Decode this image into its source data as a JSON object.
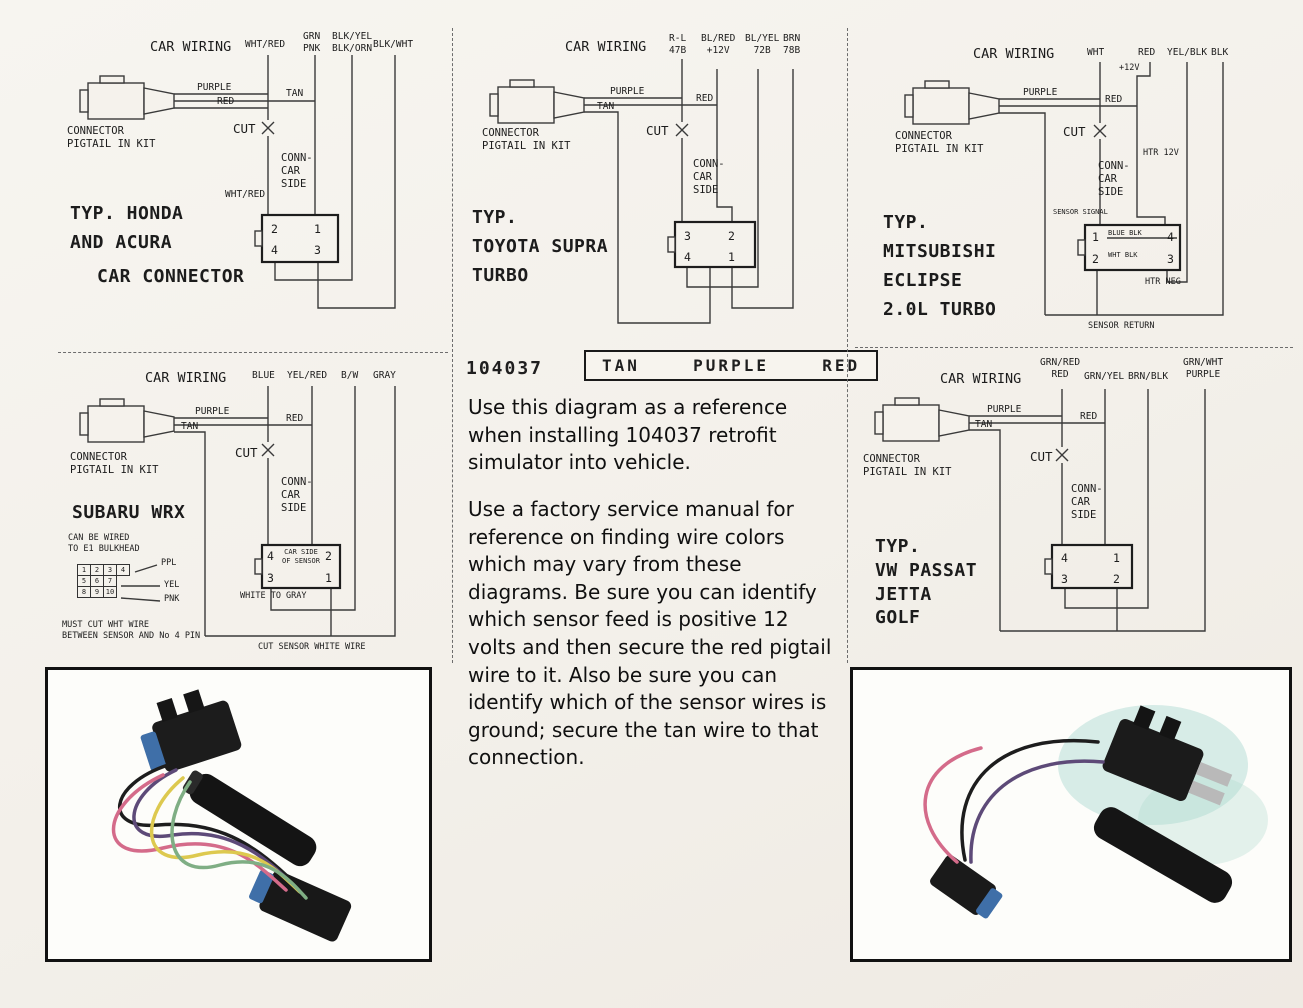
{
  "common": {
    "car_wiring": "CAR WIRING",
    "pigtail": "CONNECTOR\nPIGTAIL IN KIT",
    "conn_side": "CONN-\nCAR\nSIDE",
    "cut": "CUT",
    "purple": "PURPLE",
    "tan": "TAN",
    "red": "RED"
  },
  "honda": {
    "wire1": "WHT/RED",
    "wire2": "GRN\nPNK",
    "wire3": "BLK/YEL\nBLK/ORN",
    "wire4": "BLK/WHT",
    "wht_red_small": "WHT/RED",
    "title": "TYP. HONDA\nAND ACURA",
    "caption": "CAR CONNECTOR",
    "pin_tl": "2",
    "pin_tr": "1",
    "pin_bl": "4",
    "pin_br": "3"
  },
  "toyota": {
    "wire1": "R-L\n47B",
    "wire2": "BL/RED\n+12V",
    "wire3": "BL/YEL\n72B",
    "wire4": "BRN\n78B",
    "title": "TYP.\nTOYOTA SUPRA\nTURBO",
    "pin_tl": "3",
    "pin_tr": "2",
    "pin_bl": "4",
    "pin_br": "1"
  },
  "mitsubishi": {
    "wire1": "WHT",
    "wire2": "RED",
    "wire3": "YEL/BLK",
    "wire4": "BLK",
    "plus12v": "+12V",
    "htr_12v": "HTR 12V",
    "sensor_signal": "SENSOR SIGNAL",
    "htr_neg": "HTR NEG",
    "sensor_return": "SENSOR RETURN",
    "title": "TYP.\nMITSUBISHI\nECLIPSE\n2.0L TURBO",
    "pin_tl": "1",
    "pin_tl_lbl": "BLUE BLK",
    "pin_tr": "4",
    "pin_bl": "2",
    "pin_bl_lbl": "WHT BLK",
    "pin_br": "3"
  },
  "subaru": {
    "wire1": "BLUE",
    "wire2": "YEL/RED",
    "wire3": "B/W",
    "wire4": "GRAY",
    "title": "SUBARU WRX",
    "note_bulkhead": "CAN BE WIRED\nTO E1 BULKHEAD",
    "grid": [
      "1",
      "2",
      "3",
      "4",
      "5",
      "6",
      "7",
      "8",
      "9",
      "10"
    ],
    "lbl_ppl": "PPL",
    "lbl_yel": "YEL",
    "lbl_pnk": "PNK",
    "note_cut": "MUST CUT WHT WIRE\nBETWEEN SENSOR AND  No 4 PIN",
    "pin_caption": "CAR SIDE\nOF SENSOR",
    "white_to_gray": "WHITE TO GRAY",
    "cut_sensor": "CUT SENSOR WHITE WIRE",
    "pin_tl": "4",
    "pin_tr": "2",
    "pin_bl": "3",
    "pin_br": "1"
  },
  "vw": {
    "wire1": "GRN/RED\nRED",
    "wire2": "GRN/YEL",
    "wire3": "BRN/BLK",
    "wire4": "GRN/WHT\nPURPLE",
    "title": "TYP.\nVW PASSAT\nJETTA\nGOLF",
    "pin_tl": "4",
    "pin_tr": "1",
    "pin_bl": "3",
    "pin_br": "2"
  },
  "center": {
    "code": "104037",
    "tag": "TAN  PURPLE  RED",
    "para1": "Use this diagram as a reference when installing 104037 retrofit simulator into vehicle.",
    "para2": "Use a factory service manual for reference on finding wire colors which may vary from these diagrams. Be sure you can identify which sensor feed is positive 12 volts and then secure the red pigtail wire to it. Also be sure you can identify which of the sensor wires is ground; secure the tan wire to that connection."
  },
  "colors": {
    "paper": "#f4f1eb",
    "diagram_line": "#3a3a3a",
    "photo_border": "#111111",
    "wire_pink": "#d46b8a",
    "wire_yellow": "#ddc94f",
    "wire_purple": "#5d4a78",
    "wire_green": "#7fae84",
    "wire_black": "#1d1d1d",
    "connector_seal_blue": "#3f6fa8"
  }
}
